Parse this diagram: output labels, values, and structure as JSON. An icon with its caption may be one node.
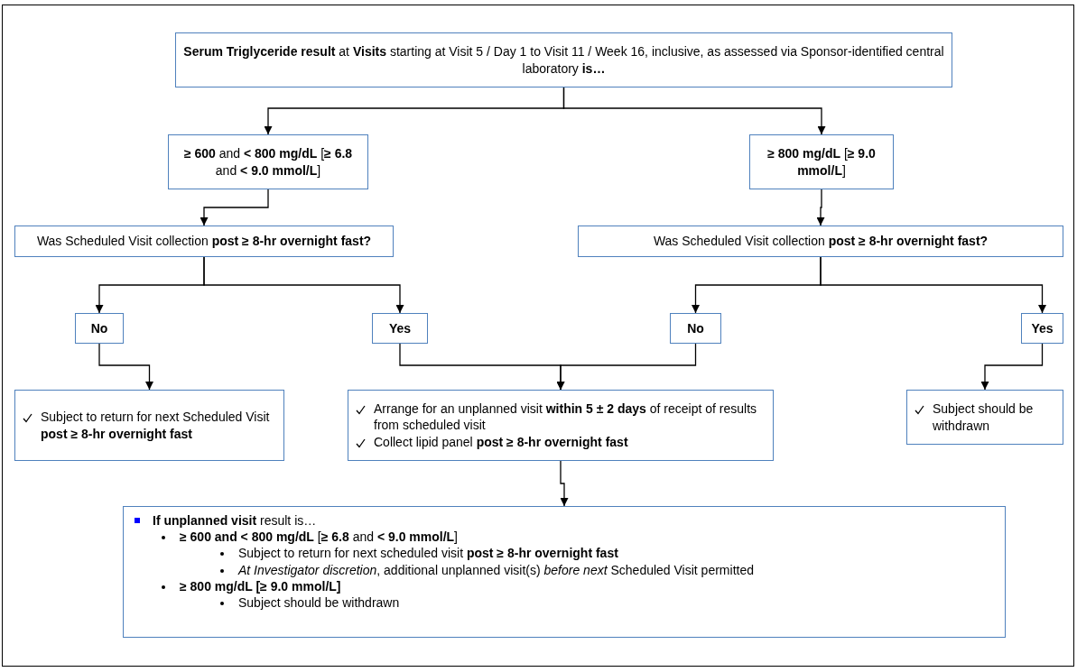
{
  "diagram": {
    "nodes": [
      {
        "text": [
          "**Serum Triglyceride result** at **Visits** starting at Visit 5 / Day 1 to Visit 11 / Week 16, inclusive, as assessed via Sponsor-identified central laboratory **is…**"
        ]
      },
      {
        "text": [
          "**≥ 600** and **< 800 mg/dL** [**≥ 6.8** and **< 9.0 mmol/L**]"
        ]
      },
      {
        "text": [
          "**≥ 800 mg/dL** [**≥ 9.0 mmol/L**]"
        ]
      },
      {
        "text": [
          "Was Scheduled Visit collection **post ≥ 8-hr overnight fast?**"
        ]
      },
      {
        "text": [
          "Was Scheduled Visit collection **post ≥ 8-hr overnight fast?**"
        ]
      },
      {
        "text": [
          "No"
        ]
      },
      {
        "text": [
          "Yes"
        ]
      },
      {
        "text": [
          "No"
        ]
      },
      {
        "text": [
          "Yes"
        ]
      },
      {
        "text": [
          "Subject to return for next Scheduled Visit **post ≥ 8-hr overnight fast**"
        ]
      },
      {
        "text": [
          "Arrange for an unplanned visit **within 5 ± 2 days** of receipt of results from scheduled visit",
          "Collect lipid panel **post ≥ 8-hr overnight fast**"
        ]
      },
      {
        "text": [
          "Subject should be withdrawn"
        ]
      },
      {
        "text": [
          "**If unplanned visit** result is…",
          "**≥ 600 and < 800 mg/dL** [**≥ 6.8** and **< 9.0 mmol/L**]",
          "Subject to return for next scheduled visit **post ≥ 8-hr overnight fast**",
          "*At Investigator discretion*, additional unplanned visit(s) *before next* Scheduled Visit permitted",
          "**≥ 800 mg/dL [≥ 9.0 mmol/L]**",
          "Subject should be withdrawn"
        ]
      }
    ],
    "edges": [
      {
        "from": 0,
        "to": 1,
        "arrow": "to"
      },
      {
        "from": 0,
        "to": 2,
        "arrow": "to"
      },
      {
        "from": 1,
        "to": 3,
        "arrow": "to"
      },
      {
        "from": 2,
        "to": 4,
        "arrow": "to"
      },
      {
        "from": 3,
        "to": 5,
        "arrow": "to"
      },
      {
        "from": 3,
        "to": 6,
        "arrow": "to"
      },
      {
        "from": 4,
        "to": 7,
        "arrow": "to"
      },
      {
        "from": 4,
        "to": 8,
        "arrow": "to"
      },
      {
        "from": 5,
        "to": 9,
        "arrow": "to"
      },
      {
        "from": 6,
        "to": 10,
        "arrow": "to"
      },
      {
        "from": 7,
        "to": 10,
        "arrow": "to"
      },
      {
        "from": 8,
        "to": 11,
        "arrow": "to"
      },
      {
        "from": 10,
        "to": 12,
        "arrow": "to"
      }
    ]
  }
}
